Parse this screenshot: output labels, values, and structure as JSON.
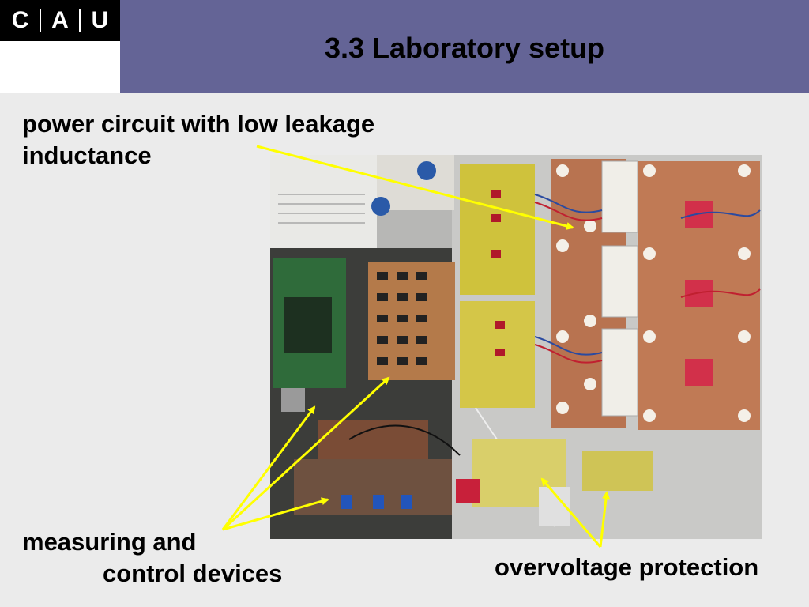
{
  "logo": {
    "letters": [
      "C",
      "A",
      "U"
    ]
  },
  "header": {
    "title": "3.3 Laboratory setup"
  },
  "labels": {
    "power_circuit_line1": "power circuit with low leakage",
    "power_circuit_line2": "inductance",
    "measuring_line1": "measuring and",
    "measuring_line2": "control devices",
    "overvoltage": "overvoltage protection"
  },
  "colors": {
    "header_band": "#646496",
    "background": "#ebebeb",
    "arrow": "#ffff00"
  }
}
